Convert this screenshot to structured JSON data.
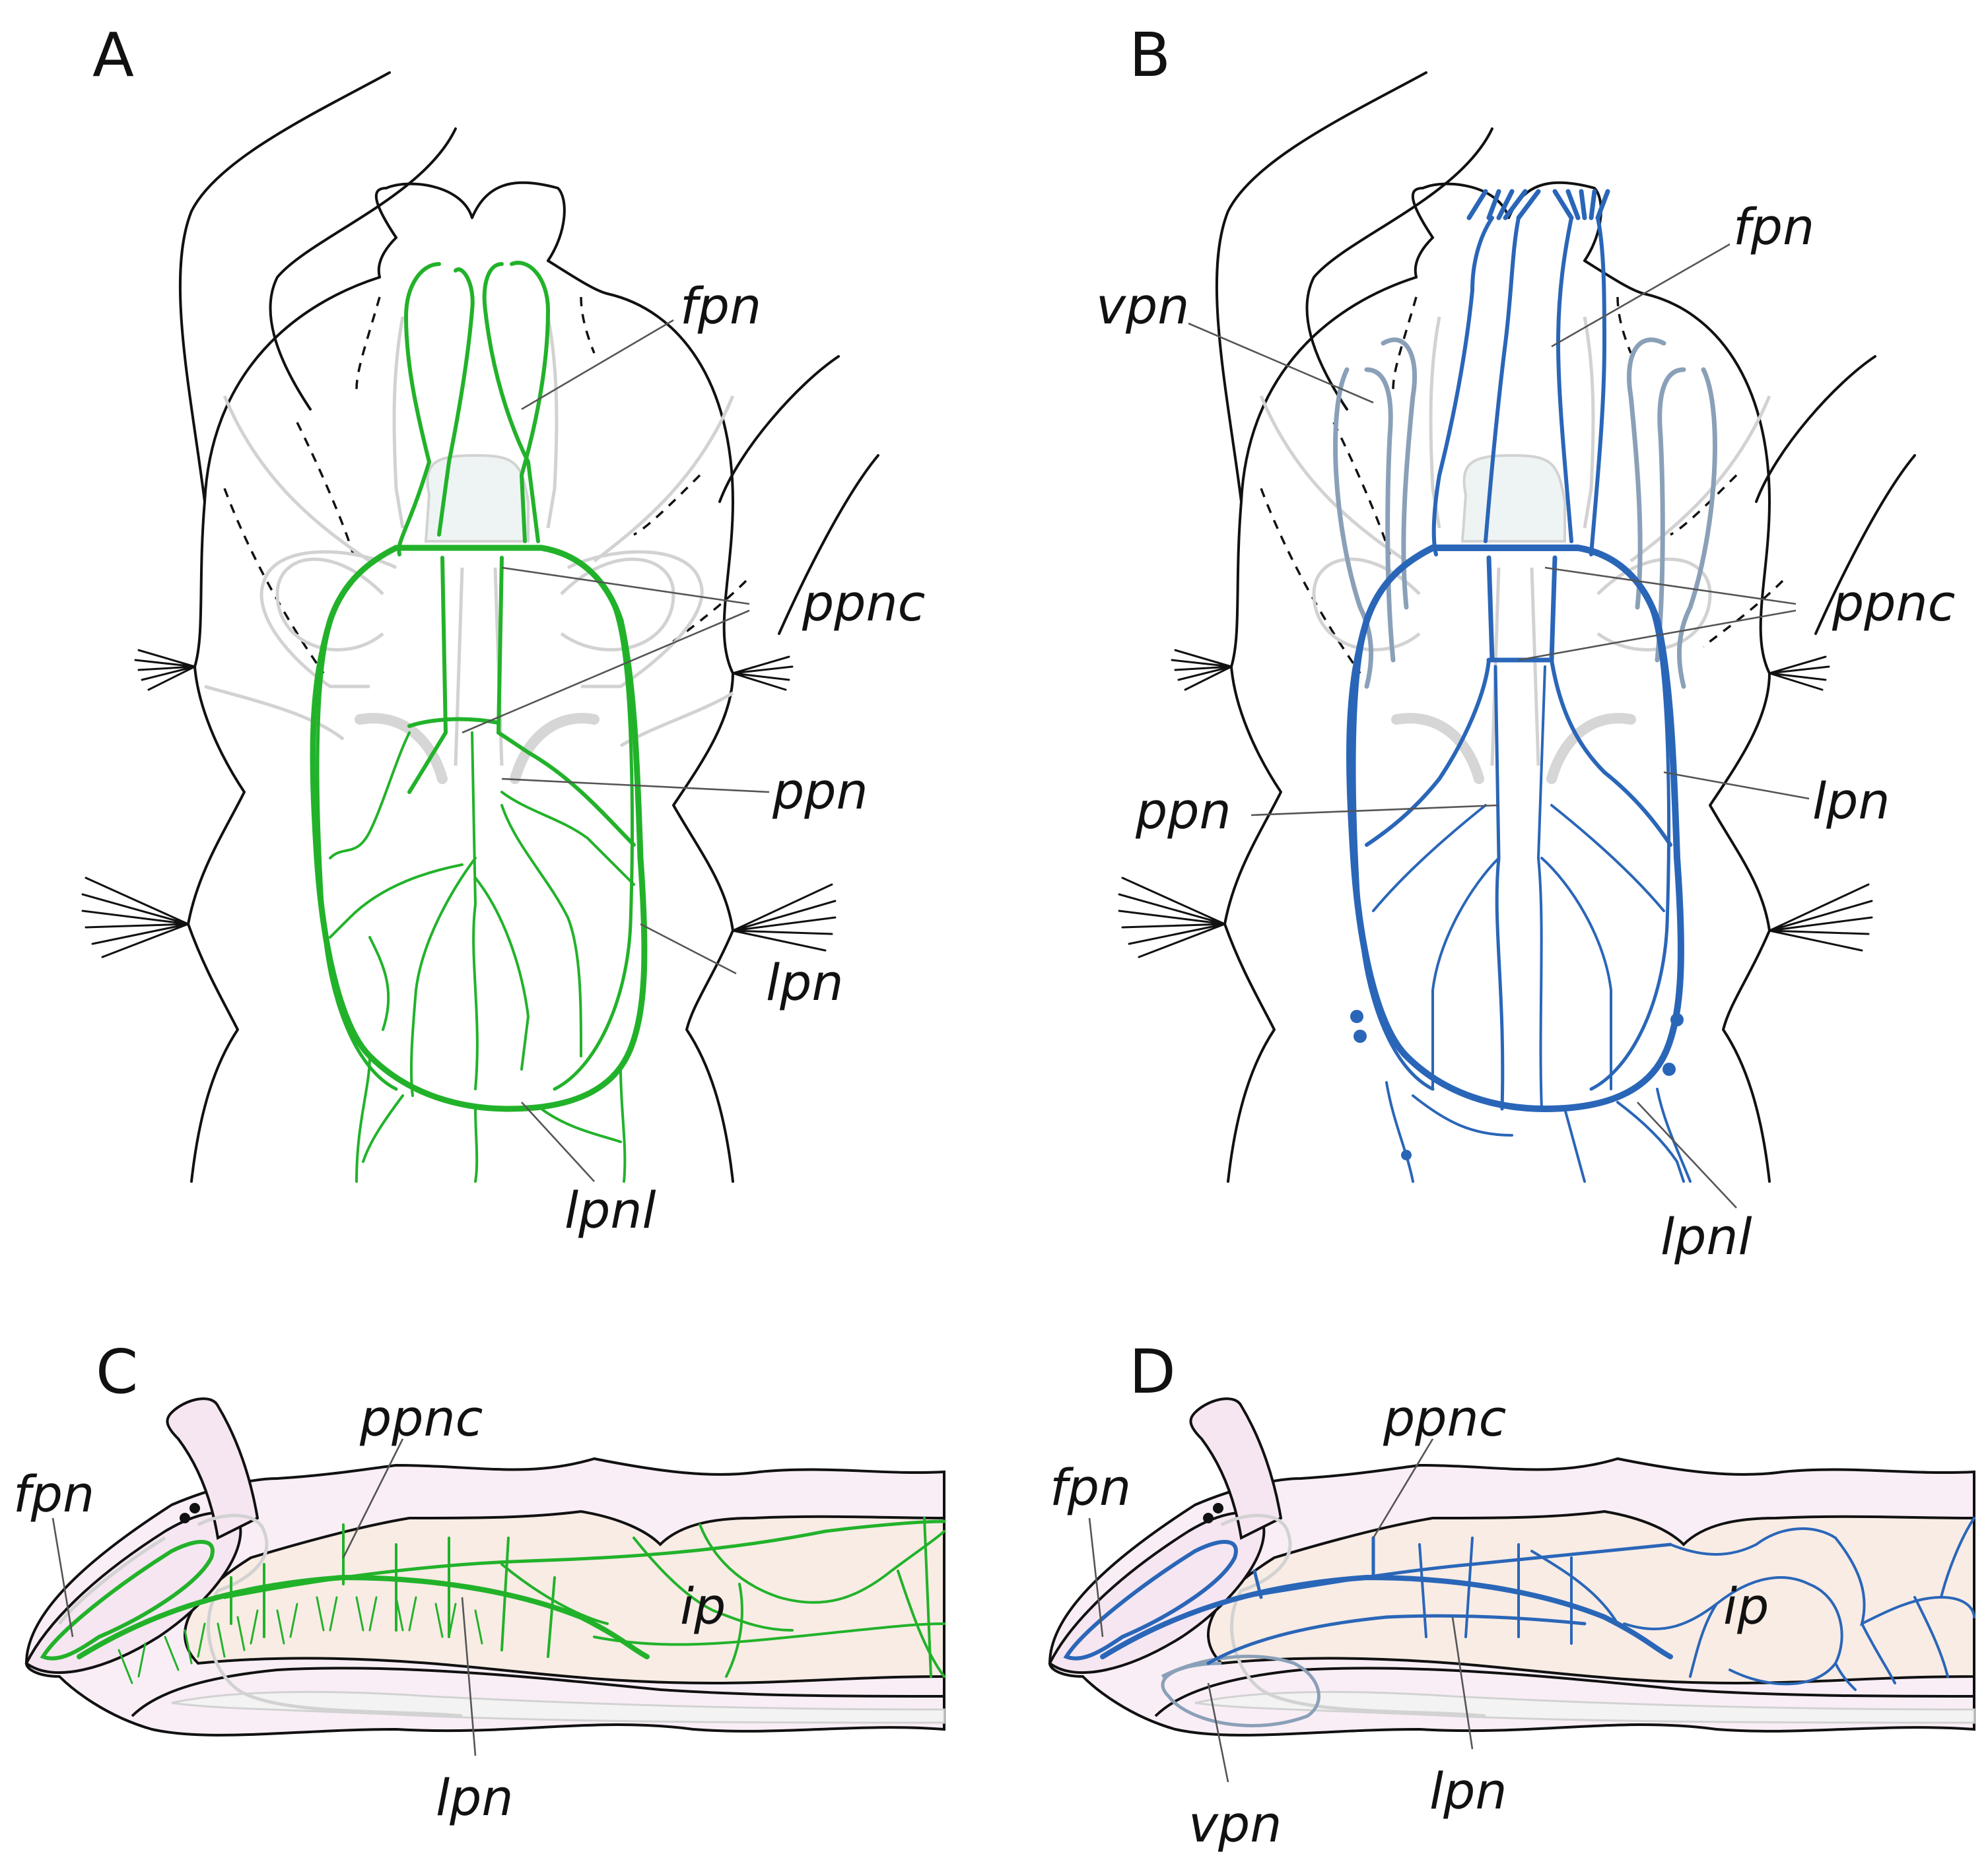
{
  "colors": {
    "panel_a_nerves": "#22b22a",
    "panel_b_nerves": "#2a66b8",
    "vpn_nerves": "#8aa0b8",
    "gut_outline": "#d2d2d2",
    "body_fill_pink": "#f9eef6",
    "gut_fill_tan": "#f8ece5"
  },
  "panels": {
    "A": {
      "letter": "A",
      "labels": {
        "fpn": "fpn",
        "ppnc": "ppnc",
        "ppn": "ppn",
        "lpn": "lpn",
        "lpnl": "lpnl"
      }
    },
    "B": {
      "letter": "B",
      "labels": {
        "fpn": "fpn",
        "vpn": "vpn",
        "ppnc": "ppnc",
        "lpn": "lpn",
        "ppn": "ppn",
        "lpnl": "lpnl"
      }
    },
    "C": {
      "letter": "C",
      "labels": {
        "ppnc": "ppnc",
        "fpn": "fpn",
        "ip": "ip",
        "lpn": "lpn"
      }
    },
    "D": {
      "letter": "D",
      "labels": {
        "ppnc": "ppnc",
        "fpn": "fpn",
        "ip": "ip",
        "lpn": "lpn",
        "vpn": "vpn"
      }
    }
  }
}
